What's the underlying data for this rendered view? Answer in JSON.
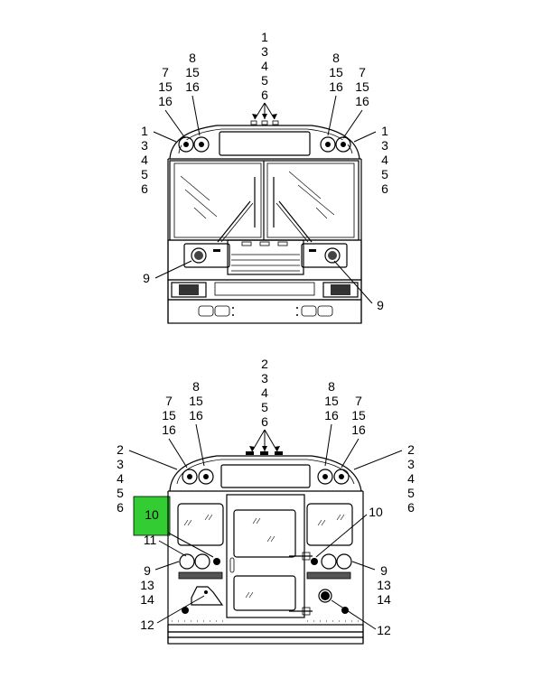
{
  "front_view": {
    "roof_stack": [
      "1",
      "3",
      "4",
      "5",
      "6"
    ],
    "left_stack_outer": [
      "7",
      "15",
      "16"
    ],
    "left_stack_inner": [
      "8",
      "15",
      "16"
    ],
    "right_stack_inner": [
      "8",
      "15",
      "16"
    ],
    "right_stack_outer": [
      "7",
      "15",
      "16"
    ],
    "left_side_stack": [
      "1",
      "3",
      "4",
      "5",
      "6"
    ],
    "right_side_stack": [
      "1",
      "3",
      "4",
      "5",
      "6"
    ],
    "left_headlamp": "9",
    "right_headlamp": "9"
  },
  "rear_view": {
    "roof_stack": [
      "2",
      "3",
      "4",
      "5",
      "6"
    ],
    "left_stack_outer": [
      "7",
      "15",
      "16"
    ],
    "left_stack_inner": [
      "8",
      "15",
      "16"
    ],
    "right_stack_inner": [
      "8",
      "15",
      "16"
    ],
    "right_stack_outer": [
      "7",
      "15",
      "16"
    ],
    "left_side_stack": [
      "2",
      "3",
      "4",
      "5",
      "6"
    ],
    "right_side_stack": [
      "2",
      "3",
      "4",
      "5",
      "6"
    ],
    "highlighted_callout": "10",
    "highlight_color": "#33cc33",
    "left_lower_stack": [
      "11"
    ],
    "left_lamp": "9",
    "left_lamp_lower": [
      "13",
      "14"
    ],
    "left_plate": "12",
    "right_upper": "10",
    "right_lamp": "9",
    "right_lamp_lower": [
      "13",
      "14"
    ],
    "right_plate": "12"
  }
}
